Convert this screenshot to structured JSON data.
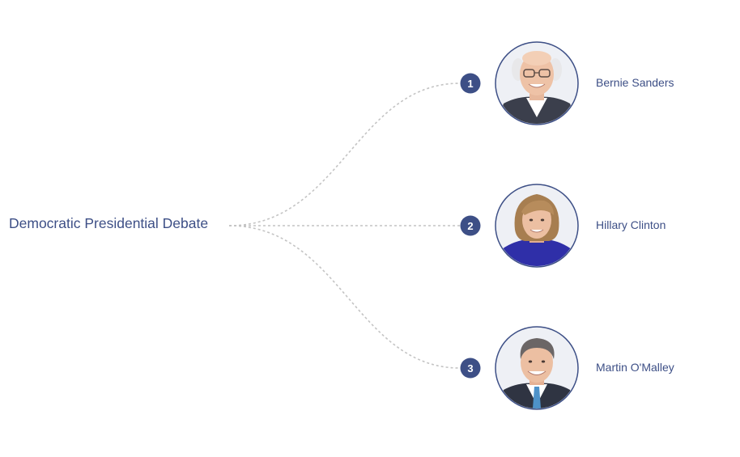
{
  "root": {
    "label": "Democratic Presidential Debate"
  },
  "colors": {
    "accent": "#3d4f86",
    "connector": "#c4c4c4",
    "portrait_bg": "#eef0f5",
    "portrait_ring": "#3d4f86"
  },
  "candidates": [
    {
      "rank": "1",
      "name": "Bernie Sanders",
      "portrait_icon": "bernie-sanders-portrait-icon"
    },
    {
      "rank": "2",
      "name": "Hillary Clinton",
      "portrait_icon": "hillary-clinton-portrait-icon"
    },
    {
      "rank": "3",
      "name": "Martin O'Malley",
      "portrait_icon": "martin-omalley-portrait-icon"
    }
  ]
}
